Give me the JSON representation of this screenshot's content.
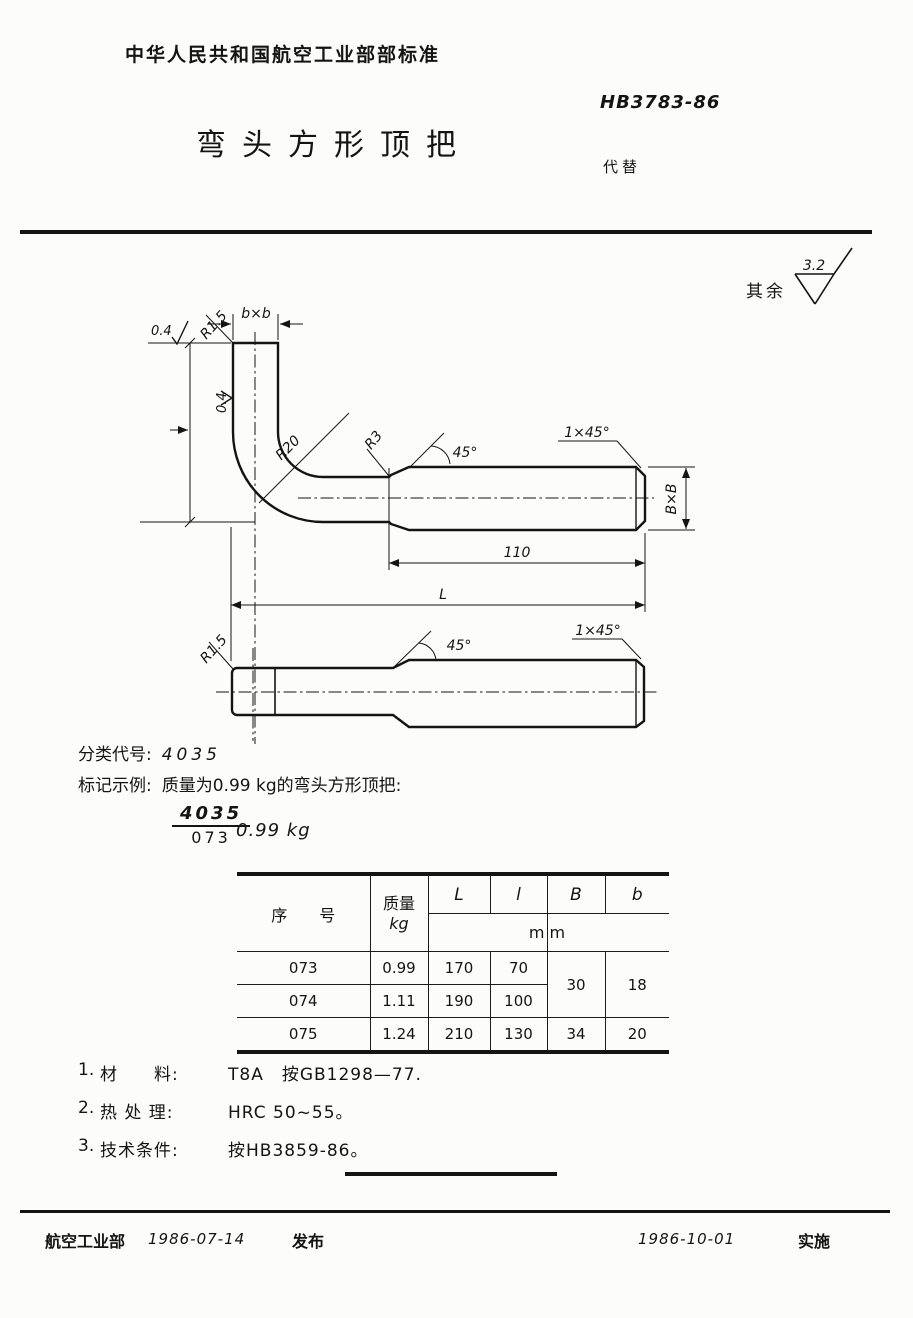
{
  "doc": {
    "header": "中华人民共和国航空工业部部标准",
    "standard_no": "HB3783-86",
    "title": "弯头方形顶把",
    "replaces": "代替",
    "surface_prefix": "其余",
    "surface_value": "3.2"
  },
  "drawing": {
    "view1": {
      "roughness_top": "0.4",
      "roughness_side": "0.4",
      "radius_top": "R1.5",
      "square_small": "b×b",
      "bend_radius": "R20",
      "neck_radius": "R3",
      "taper_angle": "45°",
      "chamfer": "1×45°",
      "square_big": "B×B",
      "shaft_len": "110",
      "total_len": "L"
    },
    "view2": {
      "radius_left": "R1.5",
      "taper_angle": "45°",
      "chamfer": "1×45°"
    }
  },
  "classification": {
    "label": "分类代号:",
    "value": "4035"
  },
  "marking": {
    "label": "标记示例:",
    "desc": "质量为0.99 kg的弯头方形顶把:",
    "code_top": "4035",
    "code_bottom": "073",
    "mass": "0.99 kg"
  },
  "table": {
    "col_serial": "序　　号",
    "col_mass": "质量",
    "col_mass_unit": "kg",
    "col_L": "L",
    "col_l": "l",
    "col_B": "B",
    "col_b": "b",
    "unit_left": "m",
    "unit_right": "m",
    "rows": [
      {
        "serial": "073",
        "mass": "0.99",
        "L": "170",
        "l": "70",
        "B": "30",
        "b": "18"
      },
      {
        "serial": "074",
        "mass": "1.11",
        "L": "190",
        "l": "100"
      },
      {
        "serial": "075",
        "mass": "1.24",
        "L": "210",
        "l": "130",
        "B": "34",
        "b": "20"
      }
    ]
  },
  "notes": [
    {
      "num": "1.",
      "label": "材　　料:",
      "value": "T8A　按GB1298—77."
    },
    {
      "num": "2.",
      "label": "热 处 理:",
      "value": "HRC 50~55。"
    },
    {
      "num": "3.",
      "label": "技术条件:",
      "value": "按HB3859-86。"
    }
  ],
  "footer": {
    "org": "航空工业部",
    "issue_date": "1986-07-14",
    "issue": "发布",
    "impl_date": "1986-10-01",
    "impl": "实施"
  }
}
